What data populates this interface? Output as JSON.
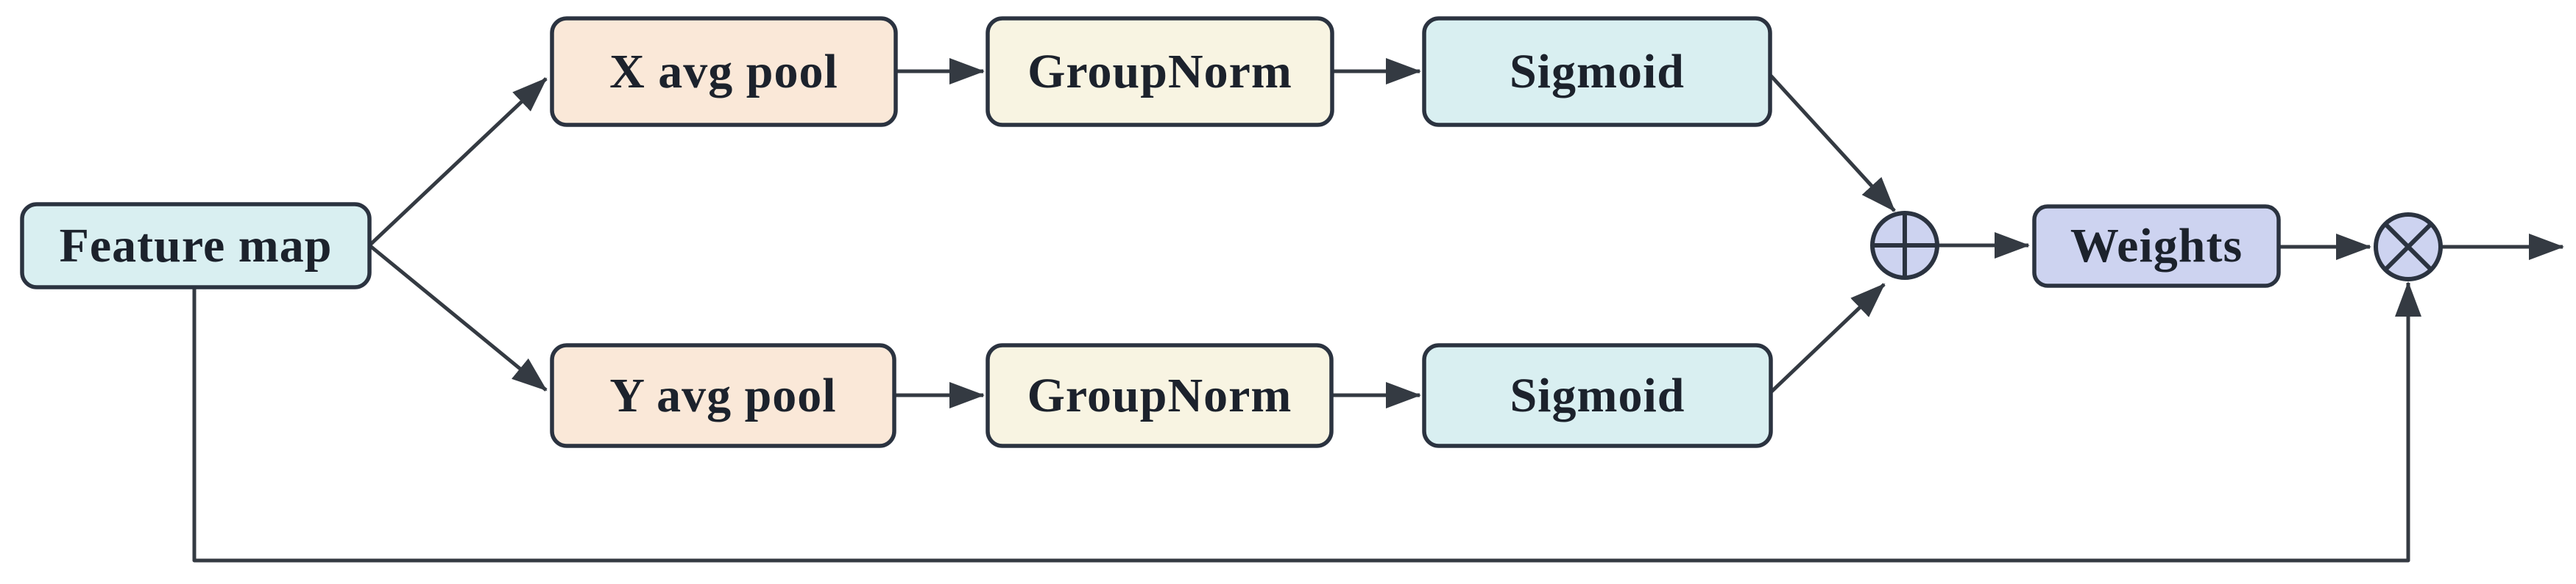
{
  "diagram": {
    "type": "flowchart",
    "description": "Attention module block diagram: feature map pooled along two axes, normalized, gated and fused into weights that rescale the input",
    "nodes": {
      "feature_map": {
        "label": "Feature map",
        "fill": "#d9eff1"
      },
      "x_avg_pool": {
        "label": "X avg pool",
        "fill": "#fae8d8"
      },
      "group_norm_top": {
        "label": "GroupNorm",
        "fill": "#f8f4e2"
      },
      "sigmoid_top": {
        "label": "Sigmoid",
        "fill": "#d9eff1"
      },
      "y_avg_pool": {
        "label": "Y avg pool",
        "fill": "#fae8d8"
      },
      "group_norm_bottom": {
        "label": "GroupNorm",
        "fill": "#f8f4e2"
      },
      "sigmoid_bottom": {
        "label": "Sigmoid",
        "fill": "#d9eff1"
      },
      "weights": {
        "label": "Weights",
        "fill": "#cdd3f0"
      }
    },
    "operators": {
      "add": {
        "symbol": "⊕",
        "fill": "#cdd3f0"
      },
      "multiply": {
        "symbol": "⊗",
        "fill": "#cdd3f0"
      }
    },
    "edges": [
      {
        "from": "feature_map",
        "to": "x_avg_pool"
      },
      {
        "from": "feature_map",
        "to": "y_avg_pool"
      },
      {
        "from": "x_avg_pool",
        "to": "group_norm_top"
      },
      {
        "from": "group_norm_top",
        "to": "sigmoid_top"
      },
      {
        "from": "y_avg_pool",
        "to": "group_norm_bottom"
      },
      {
        "from": "group_norm_bottom",
        "to": "sigmoid_bottom"
      },
      {
        "from": "sigmoid_top",
        "to": "add"
      },
      {
        "from": "sigmoid_bottom",
        "to": "add"
      },
      {
        "from": "add",
        "to": "weights"
      },
      {
        "from": "weights",
        "to": "multiply"
      },
      {
        "from": "feature_map",
        "to": "multiply",
        "style": "skip-connection"
      },
      {
        "from": "multiply",
        "to": "output"
      }
    ],
    "colors": {
      "box_border": "#2b3340",
      "arrow_line": "#343a42",
      "text": "#1c222c",
      "background": "#ffffff"
    }
  }
}
